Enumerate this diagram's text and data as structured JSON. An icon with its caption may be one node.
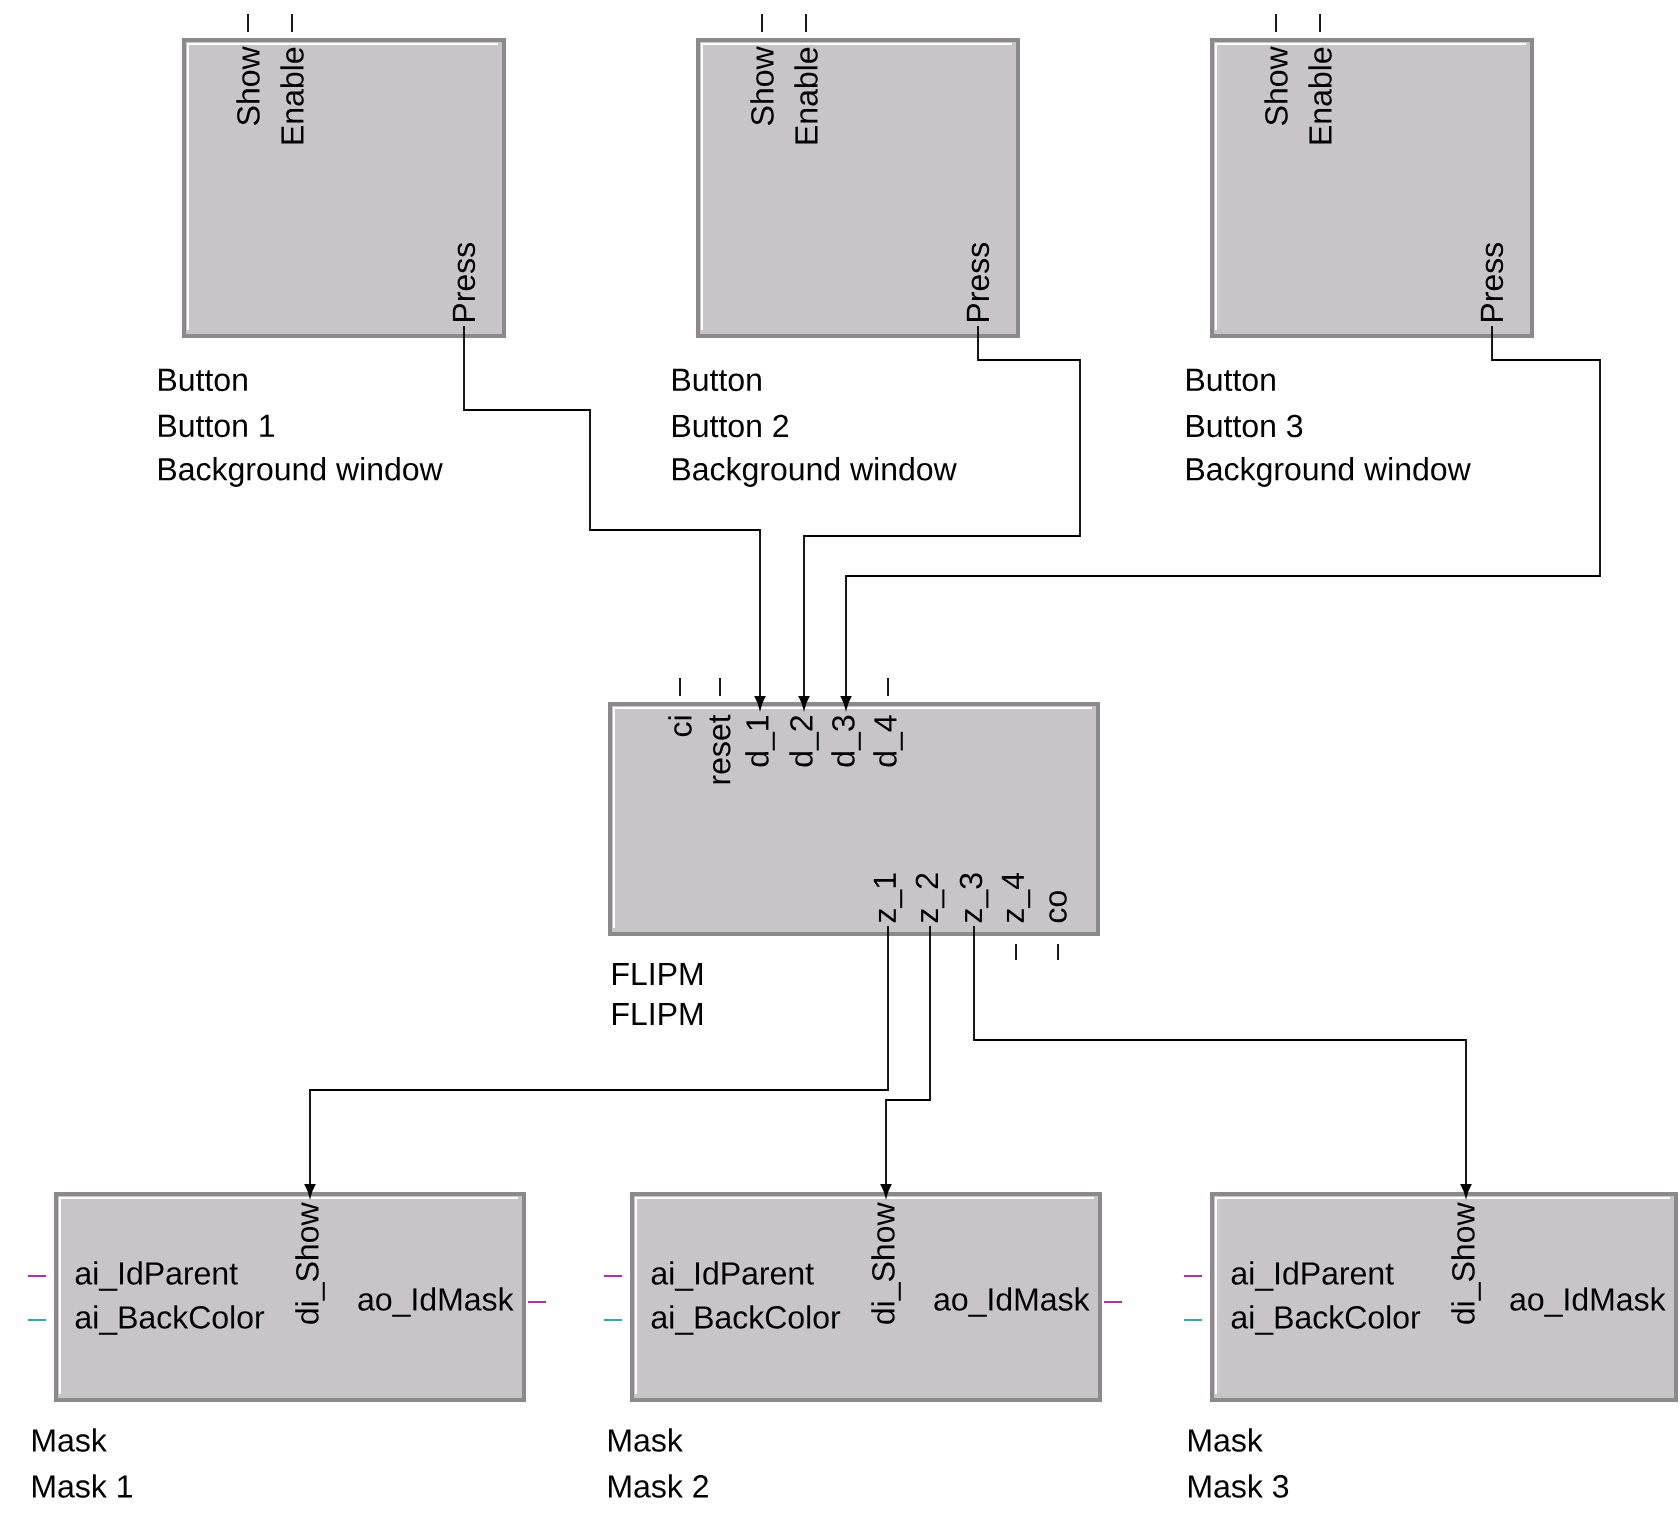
{
  "diagram": {
    "nodes": [
      {
        "text": [
          "Button",
          "Button 1",
          "Background window"
        ]
      },
      {
        "text": [
          "Show"
        ],
        "in": 0
      },
      {
        "text": [
          "Enable"
        ],
        "in": 0
      },
      {
        "text": [
          "Press"
        ],
        "in": 0
      },
      {
        "text": [
          "Button",
          "Button 2",
          "Background window"
        ]
      },
      {
        "text": [
          "Show"
        ],
        "in": 4
      },
      {
        "text": [
          "Enable"
        ],
        "in": 4
      },
      {
        "text": [
          "Press"
        ],
        "in": 4
      },
      {
        "text": [
          "Button",
          "Button 3",
          "Background window"
        ]
      },
      {
        "text": [
          "Show"
        ],
        "in": 8
      },
      {
        "text": [
          "Enable"
        ],
        "in": 8
      },
      {
        "text": [
          "Press"
        ],
        "in": 8
      },
      {
        "text": [
          "FLIPM",
          "FLIPM"
        ]
      },
      {
        "text": [
          "ci"
        ],
        "in": 12
      },
      {
        "text": [
          "reset"
        ],
        "in": 12
      },
      {
        "text": [
          "d_1"
        ],
        "in": 12
      },
      {
        "text": [
          "d_2"
        ],
        "in": 12
      },
      {
        "text": [
          "d_3"
        ],
        "in": 12
      },
      {
        "text": [
          "d_4"
        ],
        "in": 12
      },
      {
        "text": [
          "z_1"
        ],
        "in": 12
      },
      {
        "text": [
          "z_2"
        ],
        "in": 12
      },
      {
        "text": [
          "z_3"
        ],
        "in": 12
      },
      {
        "text": [
          "z_4"
        ],
        "in": 12
      },
      {
        "text": [
          "co"
        ],
        "in": 12
      },
      {
        "text": [
          "Mask",
          "Mask 1"
        ]
      },
      {
        "text": [
          "ai_IdParent"
        ],
        "in": 24
      },
      {
        "text": [
          "ai_BackColor"
        ],
        "in": 24
      },
      {
        "text": [
          "di_Show"
        ],
        "in": 24
      },
      {
        "text": [
          "ao_IdMask"
        ],
        "in": 24
      },
      {
        "text": [
          "Mask",
          "Mask 2"
        ]
      },
      {
        "text": [
          "ai_IdParent"
        ],
        "in": 29
      },
      {
        "text": [
          "ai_BackColor"
        ],
        "in": 29
      },
      {
        "text": [
          "di_Show"
        ],
        "in": 29
      },
      {
        "text": [
          "ao_IdMask"
        ],
        "in": 29
      },
      {
        "text": [
          "Mask",
          "Mask 3"
        ]
      },
      {
        "text": [
          "ai_IdParent"
        ],
        "in": 34
      },
      {
        "text": [
          "ai_BackColor"
        ],
        "in": 34
      },
      {
        "text": [
          "di_Show"
        ],
        "in": 34
      },
      {
        "text": [
          "ao_IdMask"
        ],
        "in": 34
      }
    ],
    "edges": [
      {
        "from": 3,
        "to": 15,
        "arrow": "to"
      },
      {
        "from": 7,
        "to": 16,
        "arrow": "to"
      },
      {
        "from": 11,
        "to": 17,
        "arrow": "to"
      },
      {
        "from": 19,
        "to": 27,
        "arrow": "to"
      },
      {
        "from": 20,
        "to": 32,
        "arrow": "to"
      },
      {
        "from": 21,
        "to": 37,
        "arrow": "to"
      }
    ]
  }
}
